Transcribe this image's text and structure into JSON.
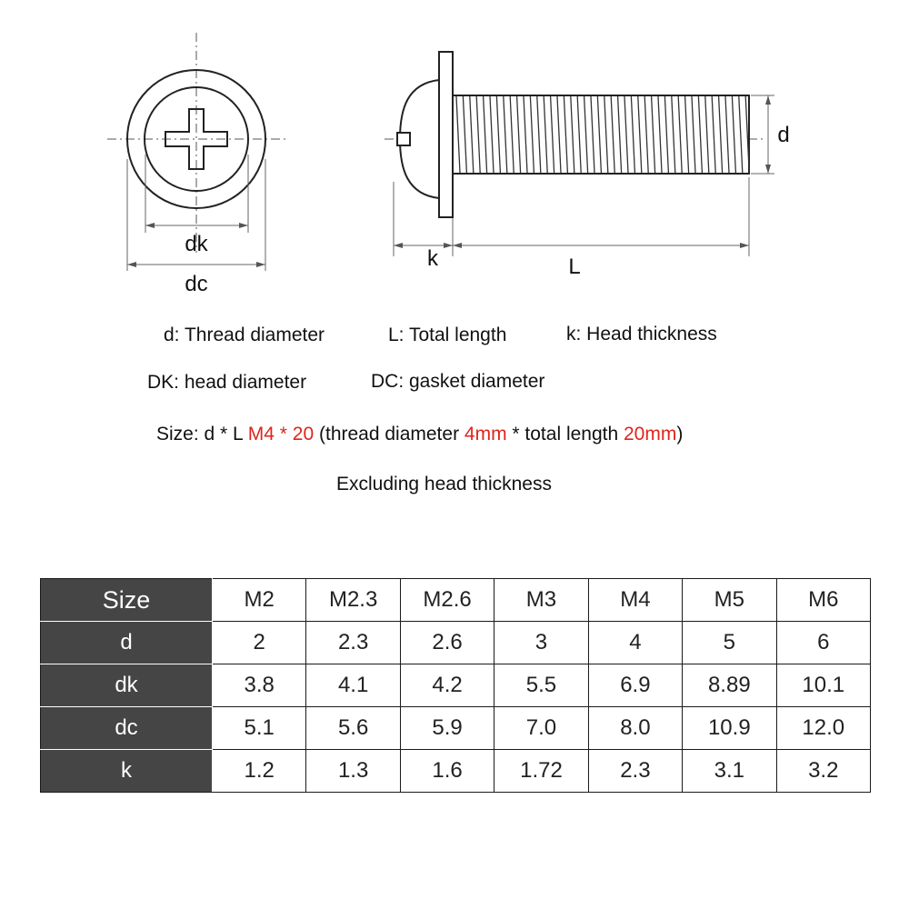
{
  "labels": {
    "dk": "dk",
    "dc": "dc",
    "k": "k",
    "L": "L",
    "d": "d"
  },
  "legend": {
    "d": "d: Thread diameter",
    "L": "L: Total length",
    "k": "k: Head thickness",
    "dk": "DK: head diameter",
    "dc": "DC: gasket diameter",
    "size_prefix": "Size: d * L ",
    "size_example": "M4 * 20",
    "size_paren_open": " (thread diameter ",
    "thread_value": "4mm",
    "size_mid": " * total length ",
    "length_value": "20mm",
    "size_paren_close": ")",
    "note": "Excluding head thickness"
  },
  "table": {
    "header": "Size",
    "sizes": [
      "M2",
      "M2.3",
      "M2.6",
      "M3",
      "M4",
      "M5",
      "M6"
    ],
    "rows": [
      {
        "label": "d",
        "values": [
          "2",
          "2.3",
          "2.6",
          "3",
          "4",
          "5",
          "6"
        ]
      },
      {
        "label": "dk",
        "values": [
          "3.8",
          "4.1",
          "4.2",
          "5.5",
          "6.9",
          "8.89",
          "10.1"
        ]
      },
      {
        "label": "dc",
        "values": [
          "5.1",
          "5.6",
          "5.9",
          "7.0",
          "8.0",
          "10.9",
          "12.0"
        ]
      },
      {
        "label": "k",
        "values": [
          "1.2",
          "1.3",
          "1.6",
          "1.72",
          "2.3",
          "3.1",
          "3.2"
        ]
      }
    ]
  },
  "colors": {
    "accent_red": "#e0241b",
    "header_bg": "#454545"
  }
}
